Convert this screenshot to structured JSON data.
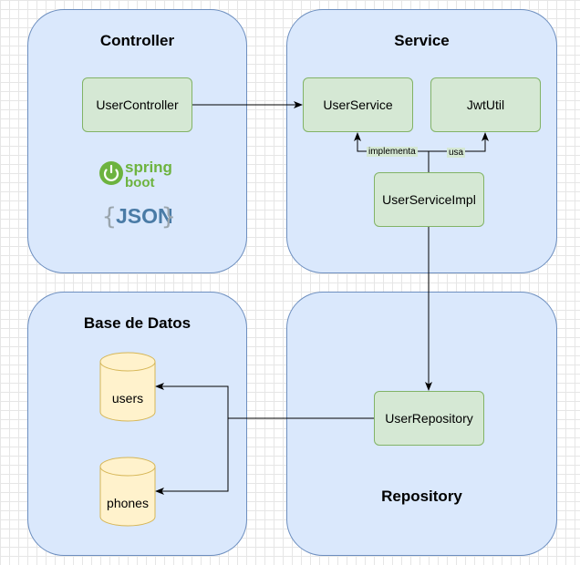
{
  "groups": {
    "controller": "Controller",
    "service": "Service",
    "database": "Base de Datos",
    "repository": "Repository"
  },
  "nodes": {
    "user_controller": "UserController",
    "user_service": "UserService",
    "jwt_util": "JwtUtil",
    "user_service_impl": "UserServiceImpl",
    "user_repository": "UserRepository"
  },
  "databases": {
    "users": "users",
    "phones": "phones"
  },
  "edges": {
    "implementa": "implementa",
    "usa": "usa"
  },
  "logos": {
    "spring_boot": [
      "spring",
      "boot"
    ],
    "json": "JSON"
  },
  "colors": {
    "group_fill": "#dae8fc",
    "group_stroke": "#6c8ebf",
    "node_fill": "#d5e8d4",
    "node_stroke": "#82b366",
    "db_fill": "#fff2cc",
    "db_stroke": "#d6b656",
    "spring_green": "#6db33f",
    "json_blue": "#4a7ba6"
  }
}
